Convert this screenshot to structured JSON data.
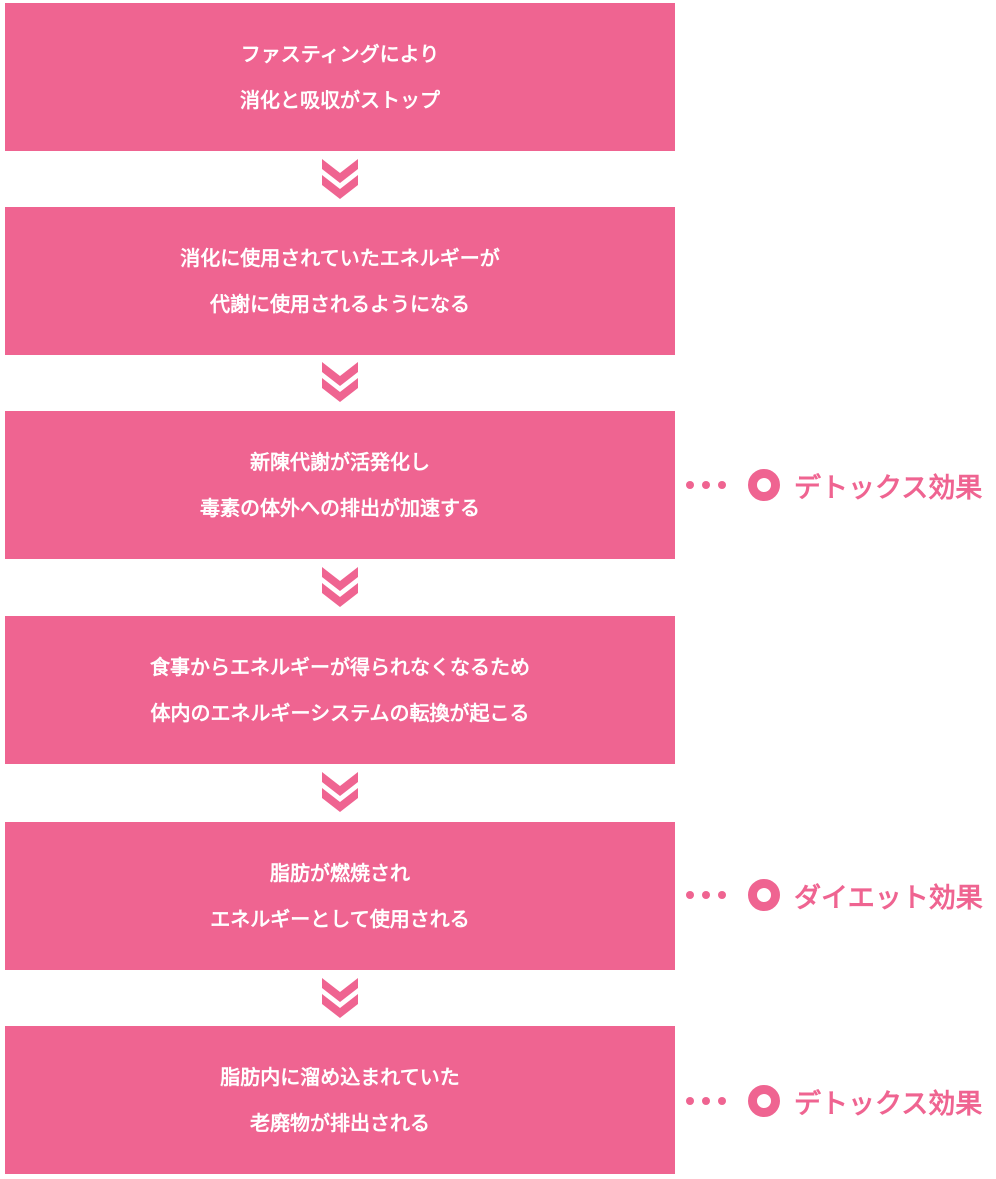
{
  "colors": {
    "box_background": "#ef6491",
    "box_text": "#ffffff",
    "accent": "#ef6491"
  },
  "steps": [
    {
      "lines": [
        "ファスティングにより",
        "消化と吸収がストップ"
      ]
    },
    {
      "lines": [
        "消化に使用されていたエネルギーが",
        "代謝に使用されるようになる"
      ]
    },
    {
      "lines": [
        "新陳代謝が活発化し",
        "毒素の体外への排出が加速する"
      ]
    },
    {
      "lines": [
        "食事からエネルギーが得られなくなるため",
        "体内のエネルギーシステムの転換が起こる"
      ]
    },
    {
      "lines": [
        "脂肪が燃焼され",
        "エネルギーとして使用される"
      ]
    },
    {
      "lines": [
        "脂肪内に溜め込まれていた",
        "老廃物が排出される"
      ]
    }
  ],
  "effects": {
    "step3": "デトックス効果",
    "step5": "ダイエット効果",
    "step6": "デトックス効果"
  },
  "icons": {
    "arrow": "double-chevron-down-icon",
    "effect_marker": "ring-icon",
    "leader": "dotted-leader-icon"
  }
}
